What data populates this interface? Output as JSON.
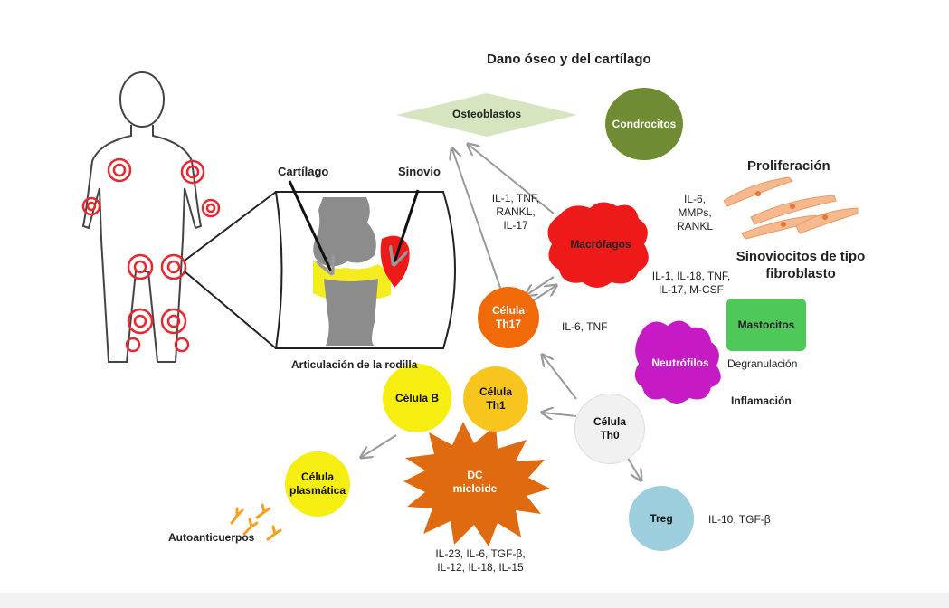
{
  "title": "Dano óseo y del cartílago",
  "labels": {
    "osteoblastos": "Osteoblastos",
    "condrocitos": "Condrocitos",
    "proliferacion": "Proliferación",
    "cartilago": "Cartílago",
    "sinovio": "Sinovio",
    "articulacion": "Articulación de la rodilla",
    "macrofagos": "Macrófagos",
    "sinoviocitos": "Sinoviocitos de tipo\nfibroblasto",
    "mastocitos": "Mastocitos",
    "neutrofilos": "Neutrófilos",
    "degranulacion": "Degranulación",
    "inflamacion": "Inflamación",
    "celula_th17": "Célula\nTh17",
    "celula_b": "Célula B",
    "celula_th1": "Célula\nTh1",
    "celula_th0": "Célula\nTh0",
    "celula_plasmatica": "Célula\nplasmática",
    "dc_mieloide": "DC\nmieloide",
    "treg": "Treg",
    "autoanticuerpos": "Autoanticuerpos"
  },
  "mediators": {
    "th17_osteo": "IL-1, TNF,\nRANKL,\nIL-17",
    "macro_fibro": "IL-6,\nMMPs,\nRANKL",
    "macro_th17": "IL-1, IL-18, TNF,\nIL-17, M-CSF",
    "th0_th17": "IL-6, TNF",
    "dc": "IL-23, IL-6, TGF-β,\nIL-12, IL-18, IL-15",
    "treg": "IL-10, TGF-β"
  },
  "colors": {
    "osteoblast": "#d6e4bf",
    "chondrocyte": "#6f8c35",
    "fibroblast": "#f5b98d",
    "macrophage": "#ee1a1a",
    "th17": "#f06a0a",
    "mastocyte": "#4fc85a",
    "neutrophil": "#c51ac4",
    "cell_b": "#f6ee10",
    "th1": "#f7c51e",
    "th0": "#f1f1f1",
    "plasma": "#f6ee10",
    "dc": "#e06a10",
    "treg": "#9ccede",
    "arrow": "#999999",
    "joint_marker": "#e8282e",
    "cartilage": "#f5ec20"
  },
  "icons": [
    "human-body-icon",
    "knee-joint-icon",
    "antibody-icon",
    "fibroblast-icon"
  ]
}
